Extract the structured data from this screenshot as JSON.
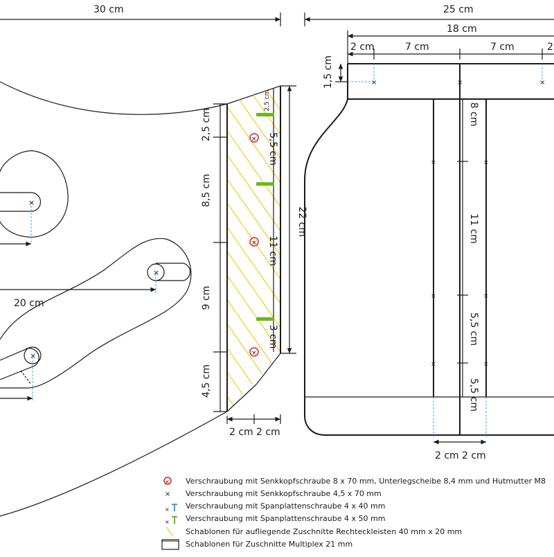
{
  "dimensions": {
    "left_width": "30 cm",
    "right_width": "25 cm",
    "right_inner_width": "18 cm",
    "seg_2cm_a": "2 cm",
    "seg_7cm_a": "7 cm",
    "seg_7cm_b": "7 cm",
    "seg_2cm_b_partial": "2",
    "height_1_5": "1,5 cm",
    "height_8": "8 cm",
    "height_11_right": "11 cm",
    "height_5_5_right_a": "5,5 cm",
    "height_5_5_right_b": "5,5 cm",
    "bottom_right_2cm_a": "2 cm",
    "bottom_right_2cm_b": "2 cm",
    "left_2_5": "2,5 cm",
    "left_8_5": "8,5 cm",
    "left_9": "9 cm",
    "left_4_5": "4,5 cm",
    "inner_2_5_small": "2,5 cm",
    "inner_5_5": "5,5 cm",
    "inner_11": "11 cm",
    "inner_3": "3 cm",
    "height_22": "22 cm",
    "bottom_left_2cm_a": "2 cm",
    "bottom_left_2cm_b": "2 cm",
    "width_20": "20 cm"
  },
  "legend": [
    {
      "icon": "red-circle-x-icon",
      "text": "Verschraubung mit Senkkopfschraube 8 x 70 mm, Unterlegscheibe 8,4 mm und Hutmutter M8"
    },
    {
      "icon": "red-x-icon",
      "text": "Verschraubung mit Senkkopfschraube 4,5 x 70 mm"
    },
    {
      "icon": "blue-screw-icon",
      "text": "Verschraubung mit Spanplattenschraube 4 x 40 mm"
    },
    {
      "icon": "green-screw-icon",
      "text": "Verschraubung mit Spanplattenschraube 4 x 50 mm"
    },
    {
      "icon": "yellow-hatch-icon",
      "text": "Schablonen für aufliegende Zuschnitte Rechteckleisten 40 mm x 20 mm"
    },
    {
      "icon": "board-icon",
      "text": "Schablonen für Zuschnitte Multiplex 21 mm"
    }
  ],
  "colors": {
    "line": "#1a1a1a",
    "hatch": "#f5c800",
    "red_marker": "#e0202a",
    "blue_marker": "#3aa0dc",
    "green_marker": "#6ab820"
  }
}
